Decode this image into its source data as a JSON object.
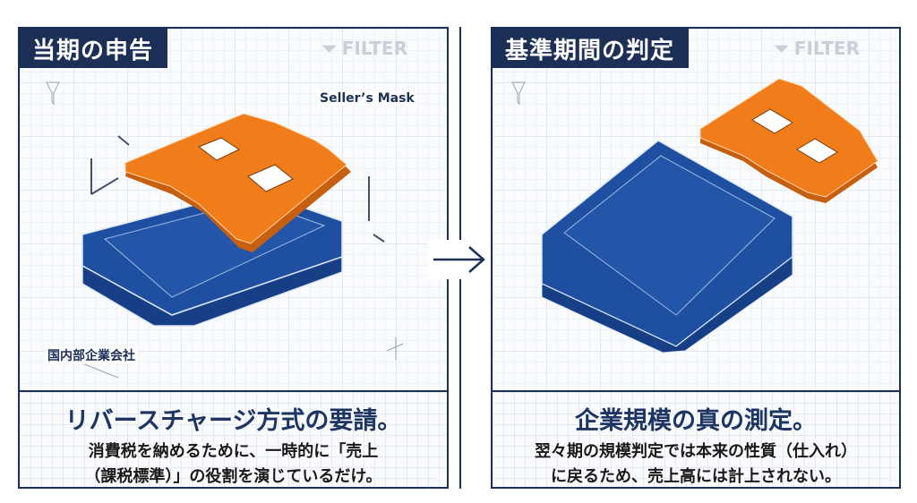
{
  "left": {
    "title": "当期の申告",
    "filter_label": "FILTER",
    "seller_label": "Seller’s Mask",
    "company_label": "国内部企業会社",
    "caption_title": "リバースチャージ方式の要請。",
    "caption_lines": [
      "消費税を納めるために、一時的に「売上",
      "（課税標準）」の役割を演じているだけ。"
    ]
  },
  "right": {
    "title": "基準期間の判定",
    "filter_label": "FILTER",
    "caption_title": "企業規模の真の測定。",
    "caption_lines": [
      "翌々期の規模判定では本来の性質（仕入れ）",
      "に戻るため、売上高には計上されない。"
    ]
  },
  "colors": {
    "navy": "#1c2f57",
    "blue": "#1e4fa0",
    "orange": "#f07d1a"
  }
}
